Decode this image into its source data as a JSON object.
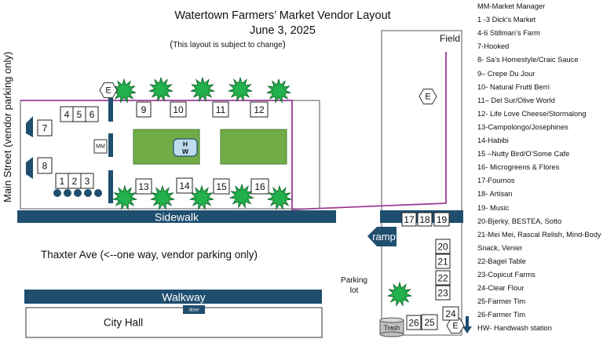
{
  "header": {
    "title": "Watertown Farmers’ Market Vendor Layout",
    "date": "June 3, 2025",
    "note_open": "(",
    "note_text": "This layout is subject to change",
    "note_close": ")"
  },
  "streets": {
    "main": "Main Street (vendor parking only)",
    "thaxter": "Thaxter Ave (<--one way, vendor parking only)",
    "sidewalk": "Sidewalk",
    "walkway": "Walkway",
    "city_hall": "City Hall",
    "door": "door"
  },
  "areas": {
    "field": "Field",
    "parking_lot_line1": "Parking",
    "parking_lot_line2": "lot",
    "ramp": "ramp",
    "trash": "Trash",
    "entrance": "E",
    "mm": "MM",
    "hw": "H\nW"
  },
  "stalls": {
    "s1": "1",
    "s2": "2",
    "s3": "3",
    "s4": "4",
    "s5": "5",
    "s6": "6",
    "s7": "7",
    "s8": "8",
    "s9": "9",
    "s10": "10",
    "s11": "11",
    "s12": "12",
    "s13": "13",
    "s14": "14",
    "s15": "15",
    "s16": "16",
    "s17": "17",
    "s18": "18",
    "s19": "19",
    "s20": "20",
    "s21": "21",
    "s22": "22",
    "s23": "23",
    "s24": "24",
    "s25": "25",
    "s26": "26"
  },
  "legend": [
    "MM-Market Manager",
    "1 -3 Dick’s Market",
    "4-6 Stillman’s Farm",
    "7-Hooked",
    "8- Sa’s Homestyle/Craic Sauce",
    "9– Crepe Du Jour",
    "10- Natural Frutti Berri",
    "11– Del Sur/Olive World",
    "12- Life Love Cheese/Stormalong",
    "13-Campolongo/Josephines",
    "14-Habibi",
    "15 –Nutty Bird/O’Some Cafe",
    "16- Microgreens & Flores",
    "17-Fournos",
    "18- Artisan",
    "19- Music",
    "20-Bjerky, BESTEA, Sotto",
    "21-Mei Mei, Rascal Relish, Mind-Body",
    "Snack, Venier",
    "22-Bagel Table",
    "23-Copicut Farms",
    "24-Clear Flour",
    "25-Farmer Tim",
    "26-Farmer Tim",
    "HW- Handwash station"
  ],
  "colors": {
    "navy": "#1f4e6e",
    "green": "#70ad47",
    "purple": "#9b3d97",
    "tree": "#22b14c"
  }
}
